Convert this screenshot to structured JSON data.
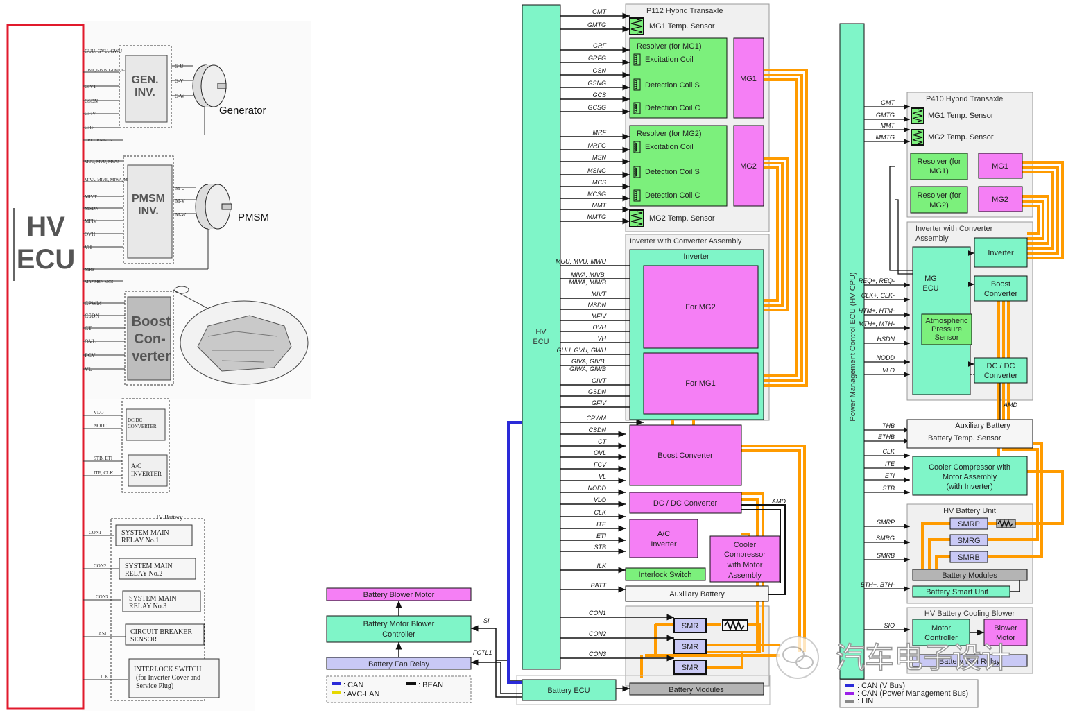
{
  "colors": {
    "mint": "#7ff5c8",
    "pink": "#f57ff5",
    "green": "#7cf07c",
    "lav": "#c9c9f5",
    "grey": "#b4b4b4",
    "orange": "#ff9b00",
    "red": "#e11a2c",
    "can": "#2a2ad8",
    "pmbus": "#9b1fe8"
  },
  "left": {
    "hv_ecu": [
      "HV",
      "ECU"
    ],
    "gen_inv": [
      "GEN.",
      "INV."
    ],
    "generator": "Generator",
    "pmsm_inv": [
      "PMSM",
      "INV."
    ],
    "pmsm": "PMSM",
    "boost": [
      "Boost",
      "Con-",
      "verter"
    ],
    "dcdc": [
      "DC DC",
      "CONVERTER"
    ],
    "ac": [
      "A/C",
      "INVERTER"
    ],
    "battery_title": "HV Battery",
    "relays": [
      [
        "SYSTEM MAIN",
        "RELAY No.1"
      ],
      [
        "SYSTEM MAIN",
        "RELAY No.2"
      ],
      [
        "SYSTEM MAIN",
        "RELAY No.3"
      ],
      [
        "CIRCUIT BREAKER",
        "SENSOR"
      ],
      [
        "INTERLOCK SWITCH",
        "(for Inverter Cover and",
        "Service Plug)"
      ]
    ],
    "gen_pins": [
      "G-U",
      "G-V",
      "G-W"
    ],
    "pmsm_pins": [
      "M-U",
      "M-V",
      "M-W"
    ],
    "sigs_gen": [
      "GUU, GVU, GWU",
      "GIVA, GIVB, GIWA, GIWB",
      "GIVT",
      "GSDN",
      "GFIV",
      "GRF",
      "GRF GRN GCS"
    ],
    "sigs_pmsm": [
      "MUU, MVU, MWU",
      "MIVA, MIVB, MIWA, MIWB",
      "MIVT",
      "MSDN",
      "MFIV",
      "OVH",
      "VH",
      "MRF",
      "MRF MSN MCS"
    ],
    "sigs_boost": [
      "CPWM",
      "CSDN",
      "CT",
      "OVL",
      "FCV",
      "VL"
    ],
    "sigs_dc": [
      "VLO",
      "NODD"
    ],
    "sigs_ac": [
      "STB, ETI",
      "ITE, CLK"
    ],
    "sigs_bat": [
      "CON1",
      "CON2",
      "CON3",
      "ASI",
      "ILK"
    ]
  },
  "mid": {
    "hv_ecu": [
      "HV",
      "ECU"
    ],
    "p112": "P112 Hybrid Transaxle",
    "mg1_temp": "MG1 Temp. Sensor",
    "res_mg1": "Resolver (for MG1)",
    "res_mg2": "Resolver (for MG2)",
    "excitation": "Excitation Coil",
    "det_s": "Detection Coil S",
    "det_c": "Detection Coil C",
    "mg1": "MG1",
    "mg2": "MG2",
    "mg2_temp": "MG2 Temp. Sensor",
    "inv_asm": "Inverter with Converter Assembly",
    "inverter": "Inverter",
    "for_mg2": "For MG2",
    "for_mg1": "For MG1",
    "boost": "Boost Converter",
    "dcdc": "DC / DC Converter",
    "ac": [
      "A/C",
      "Inverter"
    ],
    "cooler": [
      "Cooler",
      "Compressor",
      "with Motor",
      "Assembly"
    ],
    "interlock": "Interlock Switch",
    "aux": "Auxiliary Battery",
    "smr": "SMR",
    "batt_ecu": "Battery ECU",
    "batt_mod": "Battery Modules",
    "blower_motor": "Battery Blower Motor",
    "blower_ctrl": [
      "Battery Motor Blower",
      "Controller"
    ],
    "fan_relay": "Battery Fan Relay",
    "amd": "AMD",
    "si": "SI",
    "fcv1": "FCTL1",
    "legend": [
      ": CAN",
      ": BEAN",
      ": AVC-LAN"
    ],
    "signals": [
      [
        "GMT",
        19
      ],
      [
        "GMTG",
        38
      ],
      [
        "GRF",
        68
      ],
      [
        "GRFG",
        86
      ],
      [
        "GSN",
        104
      ],
      [
        "GSNG",
        122
      ],
      [
        "GCS",
        139
      ],
      [
        "GCSG",
        157
      ],
      [
        "MRF",
        193
      ],
      [
        "MRFG",
        212
      ],
      [
        "MSN",
        229
      ],
      [
        "MSNG",
        248
      ],
      [
        "MCS",
        265
      ],
      [
        "MCSG",
        282
      ],
      [
        "MMT",
        298
      ],
      [
        "MMTG",
        315
      ],
      [
        "MUU, MVU, MWU",
        379
      ],
      [
        "MIVA, MIVB,",
        398
      ],
      [
        "MIWA, MIWB",
        409
      ],
      [
        "MIVT",
        426
      ],
      [
        "MSDN",
        442
      ],
      [
        "MFIV",
        458
      ],
      [
        "OVH",
        474
      ],
      [
        "VH",
        490
      ],
      [
        "GUU, GVU, GWU",
        507
      ],
      [
        "GIVA, GIVB,",
        523
      ],
      [
        "GIWA, GIWB",
        534
      ],
      [
        "GIVT",
        551
      ],
      [
        "GSDN",
        567
      ],
      [
        "GFIV",
        583
      ],
      [
        "CPWM",
        605
      ],
      [
        "CSDN",
        622
      ],
      [
        "CT",
        639
      ],
      [
        "OVL",
        655
      ],
      [
        "FCV",
        672
      ],
      [
        "VL",
        689
      ],
      [
        "NODD",
        706
      ],
      [
        "VLO",
        723
      ],
      [
        "CLK",
        741
      ],
      [
        "ITE",
        758
      ],
      [
        "ETI",
        775
      ],
      [
        "STB",
        791
      ],
      [
        "ILK",
        818
      ],
      [
        "BATT",
        846
      ],
      [
        "CON1",
        886
      ],
      [
        "CON2",
        916
      ],
      [
        "CON3",
        945
      ]
    ]
  },
  "right": {
    "pm_ecu": "Power Management Control ECU (HV CPU)",
    "p410": "P410 Hybrid Transaxle",
    "mg1_temp": "MG1 Temp. Sensor",
    "mg2_temp": "MG2 Temp. Sensor",
    "res1": [
      "Resolver (for",
      "MG1)"
    ],
    "res2": [
      "Resolver (for",
      "MG2)"
    ],
    "mg1": "MG1",
    "mg2": "MG2",
    "inv_asm": [
      "Inverter with Converter",
      "Assembly"
    ],
    "inverter": "Inverter",
    "boost": [
      "Boost",
      "Converter"
    ],
    "mg_ecu": [
      "MG",
      "ECU"
    ],
    "atm": [
      "Atmospheric",
      "Pressure",
      "Sensor"
    ],
    "dcdc": [
      "DC / DC",
      "Converter"
    ],
    "amd": "AMD",
    "aux_title": "Auxiliary Battery",
    "aux_temp": "Battery Temp. Sensor",
    "cooler": [
      "Cooler Compressor with",
      "Motor Assembly",
      "(with Inverter)"
    ],
    "hvbu": "HV Battery Unit",
    "smrp": "SMRP",
    "smrg": "SMRG",
    "smrb": "SMRB",
    "bat_mod": "Battery Modules",
    "bsu": "Battery Smart Unit",
    "cool_title": "HV Battery Cooling Blower",
    "motor_ctrl": [
      "Motor",
      "Controller"
    ],
    "blower": [
      "Blower",
      "Motor"
    ],
    "fan_relay": "Battery Fan Relay",
    "legend": [
      ": CAN (V Bus)",
      ": CAN (Power Management Bus)",
      ": LIN"
    ],
    "watermark": "汽车电子设计",
    "signals": [
      [
        "GMT",
        150
      ],
      [
        "GMTG",
        168
      ],
      [
        "MMT",
        183
      ],
      [
        "MMTG",
        200
      ],
      [
        "REQ+, REQ-",
        407
      ],
      [
        "CLK+, CLK-",
        428
      ],
      [
        "HTM+, HTM-",
        450
      ],
      [
        "MTH+, MTH-",
        469
      ],
      [
        "HSDN",
        491
      ],
      [
        "NODD",
        518
      ],
      [
        "VLO",
        536
      ],
      [
        "THB",
        616
      ],
      [
        "ETHB",
        632
      ],
      [
        "CLK",
        653
      ],
      [
        "ITE",
        671
      ],
      [
        "ETI",
        688
      ],
      [
        "STB",
        706
      ],
      [
        "SMRP",
        755
      ],
      [
        "SMRG",
        778
      ],
      [
        "SMRB",
        803
      ],
      [
        "BTH+, BTH-",
        845
      ],
      [
        "SIO",
        904
      ]
    ]
  }
}
